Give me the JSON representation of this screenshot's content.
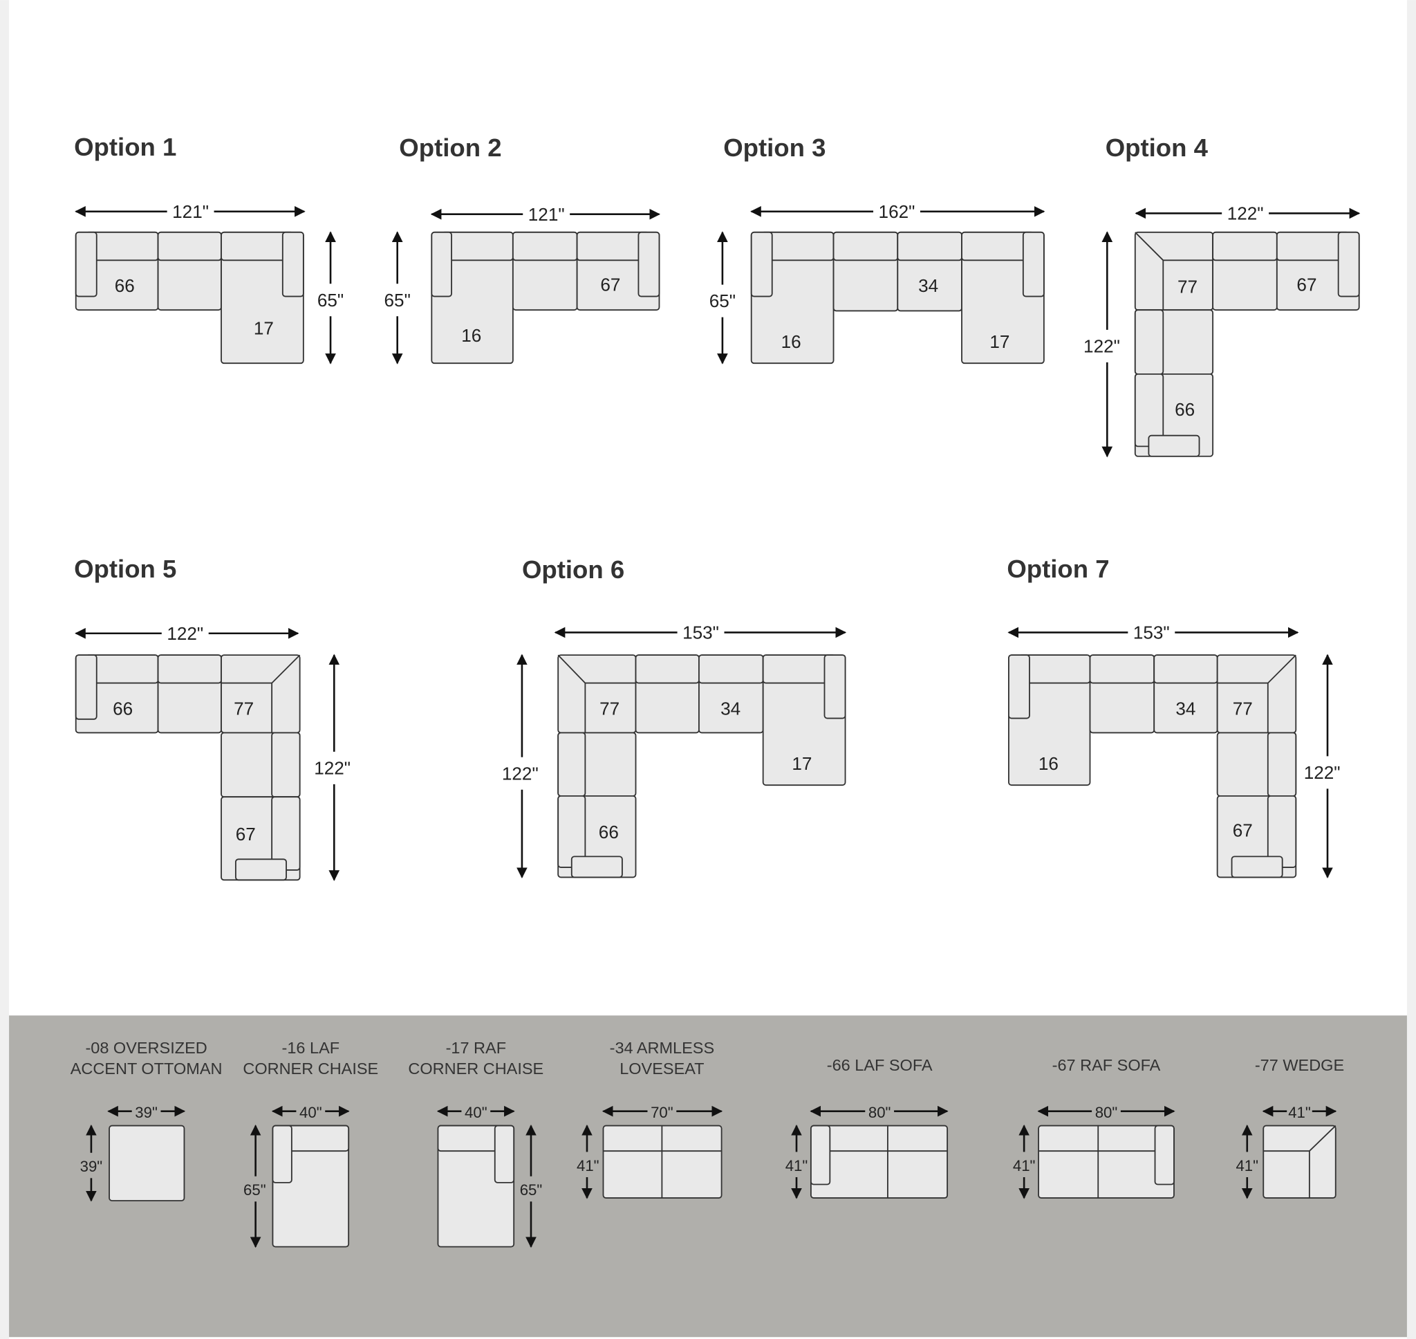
{
  "options": [
    {
      "title": "Option 1",
      "width_label": "121\"",
      "height_label": "65\"",
      "modules": [
        "66",
        "17"
      ]
    },
    {
      "title": "Option 2",
      "width_label": "121\"",
      "height_label": "65\"",
      "modules": [
        "16",
        "67"
      ]
    },
    {
      "title": "Option 3",
      "width_label": "162\"",
      "height_label": "65\"",
      "modules": [
        "16",
        "34",
        "17"
      ]
    },
    {
      "title": "Option 4",
      "width_label": "122\"",
      "height_label": "122\"",
      "modules": [
        "77",
        "67",
        "66"
      ]
    },
    {
      "title": "Option 5",
      "width_label": "122\"",
      "height_label": "122\"",
      "modules": [
        "66",
        "77",
        "67"
      ]
    },
    {
      "title": "Option 6",
      "width_label": "153\"",
      "height_label": "122\"",
      "modules": [
        "77",
        "34",
        "17",
        "66"
      ]
    },
    {
      "title": "Option 7",
      "width_label": "153\"",
      "height_label": "122\"",
      "modules": [
        "16",
        "34",
        "77",
        "67"
      ]
    }
  ],
  "pieces": [
    {
      "line1": "-08 OVERSIZED",
      "line2": "ACCENT OTTOMAN",
      "width": "39\"",
      "height": "39\""
    },
    {
      "line1": "-16 LAF",
      "line2": "CORNER CHAISE",
      "width": "40\"",
      "height": "65\""
    },
    {
      "line1": "-17 RAF",
      "line2": "CORNER CHAISE",
      "width": "40\"",
      "height": "65\""
    },
    {
      "line1": "-34 ARMLESS",
      "line2": "LOVESEAT",
      "width": "70\"",
      "height": "41\""
    },
    {
      "line1": "-66 LAF SOFA",
      "line2": "",
      "width": "80\"",
      "height": "41\""
    },
    {
      "line1": "-67 RAF SOFA",
      "line2": "",
      "width": "80\"",
      "height": "41\""
    },
    {
      "line1": "-77 WEDGE",
      "line2": "",
      "width": "41\"",
      "height": "41\""
    }
  ],
  "colors": {
    "panel": "#b0afab",
    "seat": "#e9e9e9",
    "stroke": "#333333"
  }
}
